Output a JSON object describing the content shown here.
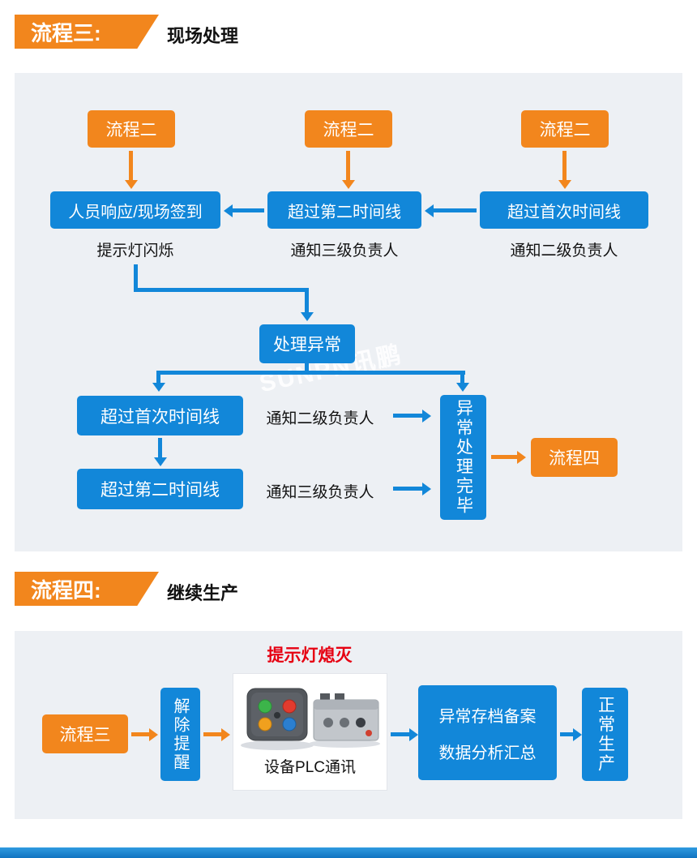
{
  "watermark": "SUNPN讯鹏",
  "colors": {
    "orange": "#f2861d",
    "blue": "#1287d9",
    "red": "#e60012",
    "panel_bg": "#edf0f4"
  },
  "section3": {
    "banner": "流程三:",
    "title": "现场处理",
    "src_boxes": [
      "流程二",
      "流程二",
      "流程二"
    ],
    "row2": [
      "人员响应/现场签到",
      "超过第二时间线",
      "超过首次时间线"
    ],
    "captions": [
      "提示灯闪烁",
      "通知三级负责人",
      "通知二级负责人"
    ],
    "handle_box": "处理异常",
    "timeline1_box": "超过首次时间线",
    "timeline1_caption": "通知二级负责人",
    "timeline2_box": "超过第二时间线",
    "timeline2_caption": "通知三级负责人",
    "done_box": "异常处理完毕",
    "next_box": "流程四"
  },
  "section4": {
    "banner": "流程四:",
    "title": "继续生产",
    "red_caption": "提示灯熄灭",
    "prev_box": "流程三",
    "release_box": "解除提醒",
    "device_caption": "设备PLC通讯",
    "archive_box_line1": "异常存档备案",
    "archive_box_line2": "数据分析汇总",
    "normal_box": "正常生产"
  }
}
